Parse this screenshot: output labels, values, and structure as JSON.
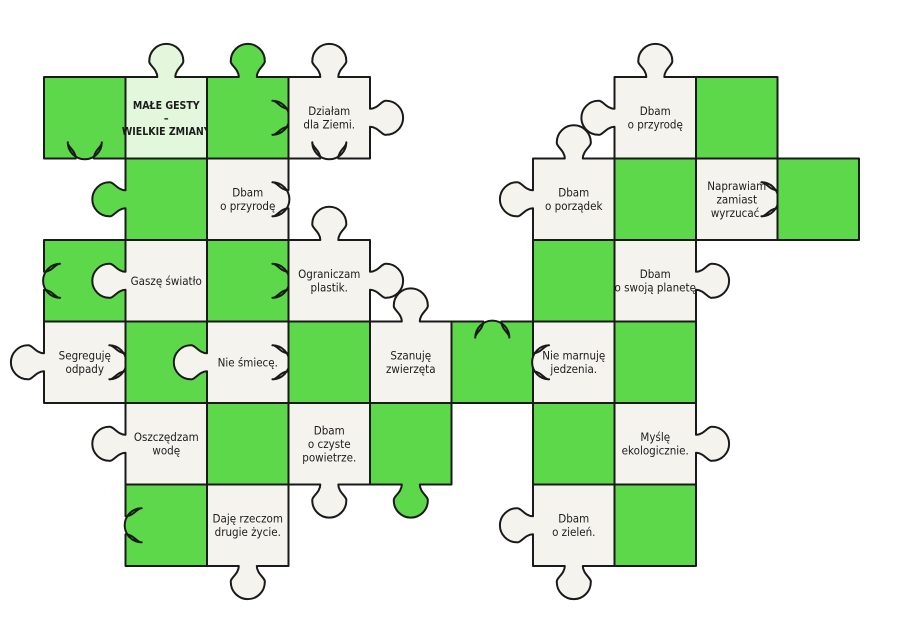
{
  "colors": {
    "green": "#5dd84a",
    "cream": "#f5f3ee",
    "title_tile": "#e3f7dc",
    "outline": "#1a1a1a"
  },
  "tiles": [
    {
      "c": 0,
      "r": 0,
      "fill": "green",
      "tabs": "n,t,b,n",
      "text": []
    },
    {
      "c": 1,
      "r": 0,
      "fill": "title",
      "tabs": "t,n,n,n",
      "text": [
        "MAŁE GESTY",
        "–",
        "WIELKIE ZMIANY"
      ]
    },
    {
      "c": 2,
      "r": 0,
      "fill": "green",
      "tabs": "t,b,n,n",
      "text": []
    },
    {
      "c": 3,
      "r": 0,
      "fill": "cream",
      "tabs": "t,t,b,n",
      "text": [
        "Działam",
        "dla Ziemi."
      ]
    },
    {
      "c": 1,
      "r": 1,
      "fill": "green",
      "tabs": "n,n,n,t",
      "text": []
    },
    {
      "c": 2,
      "r": 1,
      "fill": "cream",
      "tabs": "n,b,t,n",
      "text": [
        "Dbam",
        "o przyrodę"
      ]
    },
    {
      "c": 0,
      "r": 2,
      "fill": "green",
      "tabs": "n,n,n,b",
      "text": []
    },
    {
      "c": 1,
      "r": 2,
      "fill": "cream",
      "tabs": "n,n,n,t",
      "text": [
        "Gaszę światło"
      ]
    },
    {
      "c": 2,
      "r": 2,
      "fill": "green",
      "tabs": "n,b,n,n",
      "text": []
    },
    {
      "c": 3,
      "r": 2,
      "fill": "cream",
      "tabs": "t,t,n,n",
      "text": [
        "Ograniczam",
        "plastik."
      ]
    },
    {
      "c": 0,
      "r": 3,
      "fill": "cream",
      "tabs": "n,b,n,t",
      "text": [
        "Segreguję",
        "odpady"
      ]
    },
    {
      "c": 1,
      "r": 3,
      "fill": "green",
      "tabs": "n,n,t,n",
      "text": []
    },
    {
      "c": 2,
      "r": 3,
      "fill": "cream",
      "tabs": "n,b,n,t",
      "text": [
        "Nie śmiecę."
      ]
    },
    {
      "c": 3,
      "r": 3,
      "fill": "green",
      "tabs": "n,n,n,n",
      "text": []
    },
    {
      "c": 4,
      "r": 3,
      "fill": "cream",
      "tabs": "t,t,n,n",
      "text": [
        "Szanuję",
        "zwierzęta"
      ]
    },
    {
      "c": 5,
      "r": 3,
      "fill": "green",
      "tabs": "b,n,n,n",
      "text": []
    },
    {
      "c": 1,
      "r": 4,
      "fill": "cream",
      "tabs": "n,n,n,t",
      "text": [
        "Oszczędzam",
        "wodę"
      ]
    },
    {
      "c": 2,
      "r": 4,
      "fill": "green",
      "tabs": "n,n,n,n",
      "text": []
    },
    {
      "c": 3,
      "r": 4,
      "fill": "cream",
      "tabs": "n,n,t,n",
      "text": [
        "Dbam",
        "o czyste",
        "powietrze."
      ]
    },
    {
      "c": 4,
      "r": 4,
      "fill": "green",
      "tabs": "n,n,t,n",
      "text": []
    },
    {
      "c": 1,
      "r": 5,
      "fill": "green",
      "tabs": "n,n,n,b",
      "text": []
    },
    {
      "c": 2,
      "r": 5,
      "fill": "cream",
      "tabs": "n,n,t,n",
      "text": [
        "Daję rzeczom",
        "drugie życie."
      ]
    },
    {
      "c": 7,
      "r": 0,
      "fill": "cream",
      "tabs": "t,n,n,t",
      "text": [
        "Dbam",
        "o przyrodę"
      ]
    },
    {
      "c": 8,
      "r": 0,
      "fill": "green",
      "tabs": "n,n,n,n",
      "text": []
    },
    {
      "c": 6,
      "r": 1,
      "fill": "cream",
      "tabs": "t,n,n,t",
      "text": [
        "Dbam",
        "o porządek"
      ]
    },
    {
      "c": 7,
      "r": 1,
      "fill": "green",
      "tabs": "n,n,n,n",
      "text": []
    },
    {
      "c": 8,
      "r": 1,
      "fill": "cream",
      "tabs": "n,b,n,n",
      "text": [
        "Naprawiam",
        "zamiast",
        "wyrzucać."
      ]
    },
    {
      "c": 9,
      "r": 1,
      "fill": "green",
      "tabs": "n,n,n,n",
      "text": []
    },
    {
      "c": 6,
      "r": 2,
      "fill": "green",
      "tabs": "n,n,n,n",
      "text": []
    },
    {
      "c": 7,
      "r": 2,
      "fill": "cream",
      "tabs": "n,t,n,n",
      "text": [
        "Dbam",
        "o swoją planetę"
      ]
    },
    {
      "c": 6,
      "r": 3,
      "fill": "cream",
      "tabs": "n,n,n,b",
      "text": [
        "Nie marnuję",
        "jedzenia."
      ]
    },
    {
      "c": 7,
      "r": 3,
      "fill": "green",
      "tabs": "n,n,n,n",
      "text": []
    },
    {
      "c": 6,
      "r": 4,
      "fill": "green",
      "tabs": "n,n,n,n",
      "text": []
    },
    {
      "c": 7,
      "r": 4,
      "fill": "cream",
      "tabs": "n,t,n,n",
      "text": [
        "Myślę",
        "ekologicznie."
      ]
    },
    {
      "c": 6,
      "r": 5,
      "fill": "cream",
      "tabs": "n,n,t,t",
      "text": [
        "Dbam",
        "o zieleń."
      ]
    },
    {
      "c": 7,
      "r": 5,
      "fill": "green",
      "tabs": "n,n,n,n",
      "text": []
    }
  ]
}
